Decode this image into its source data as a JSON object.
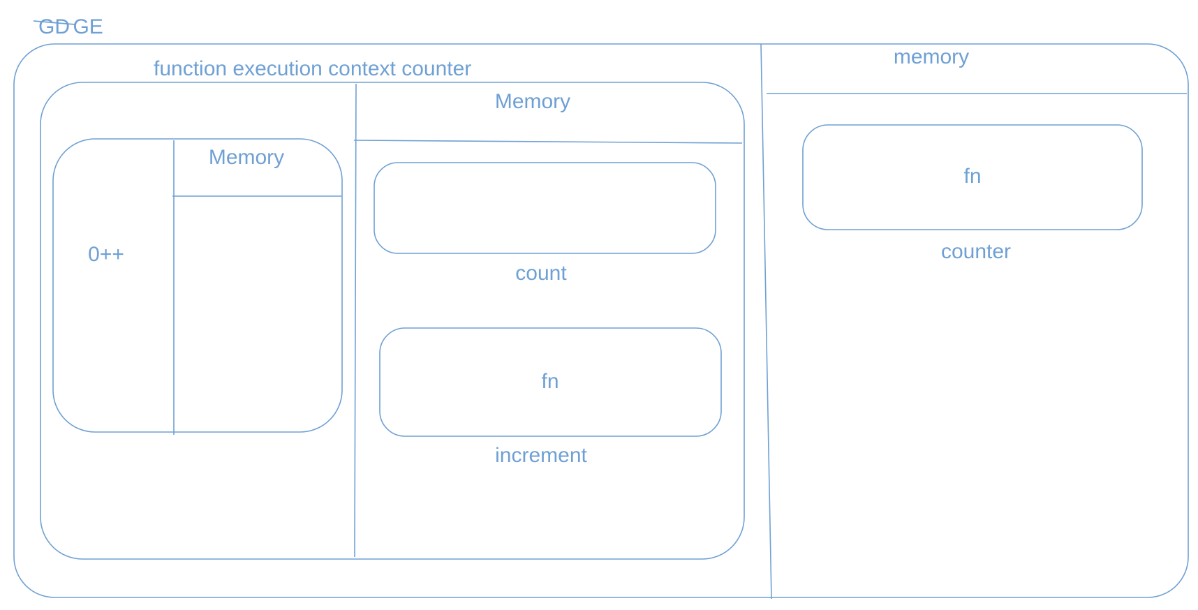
{
  "colors": {
    "stroke": "#6fa0d4",
    "text": "#6fa0d4",
    "background": "#ffffff"
  },
  "title": {
    "struck": "GD",
    "text": "GE"
  },
  "global": {
    "memory_label": "memory",
    "counter_box_value": "fn",
    "counter_label": "counter"
  },
  "function_context": {
    "title": "function execution context counter",
    "memory_label": "Memory",
    "count_label": "count",
    "increment_box_value": "fn",
    "increment_label": "increment"
  },
  "inner_context": {
    "memory_label": "Memory",
    "thread_value": "0++"
  }
}
